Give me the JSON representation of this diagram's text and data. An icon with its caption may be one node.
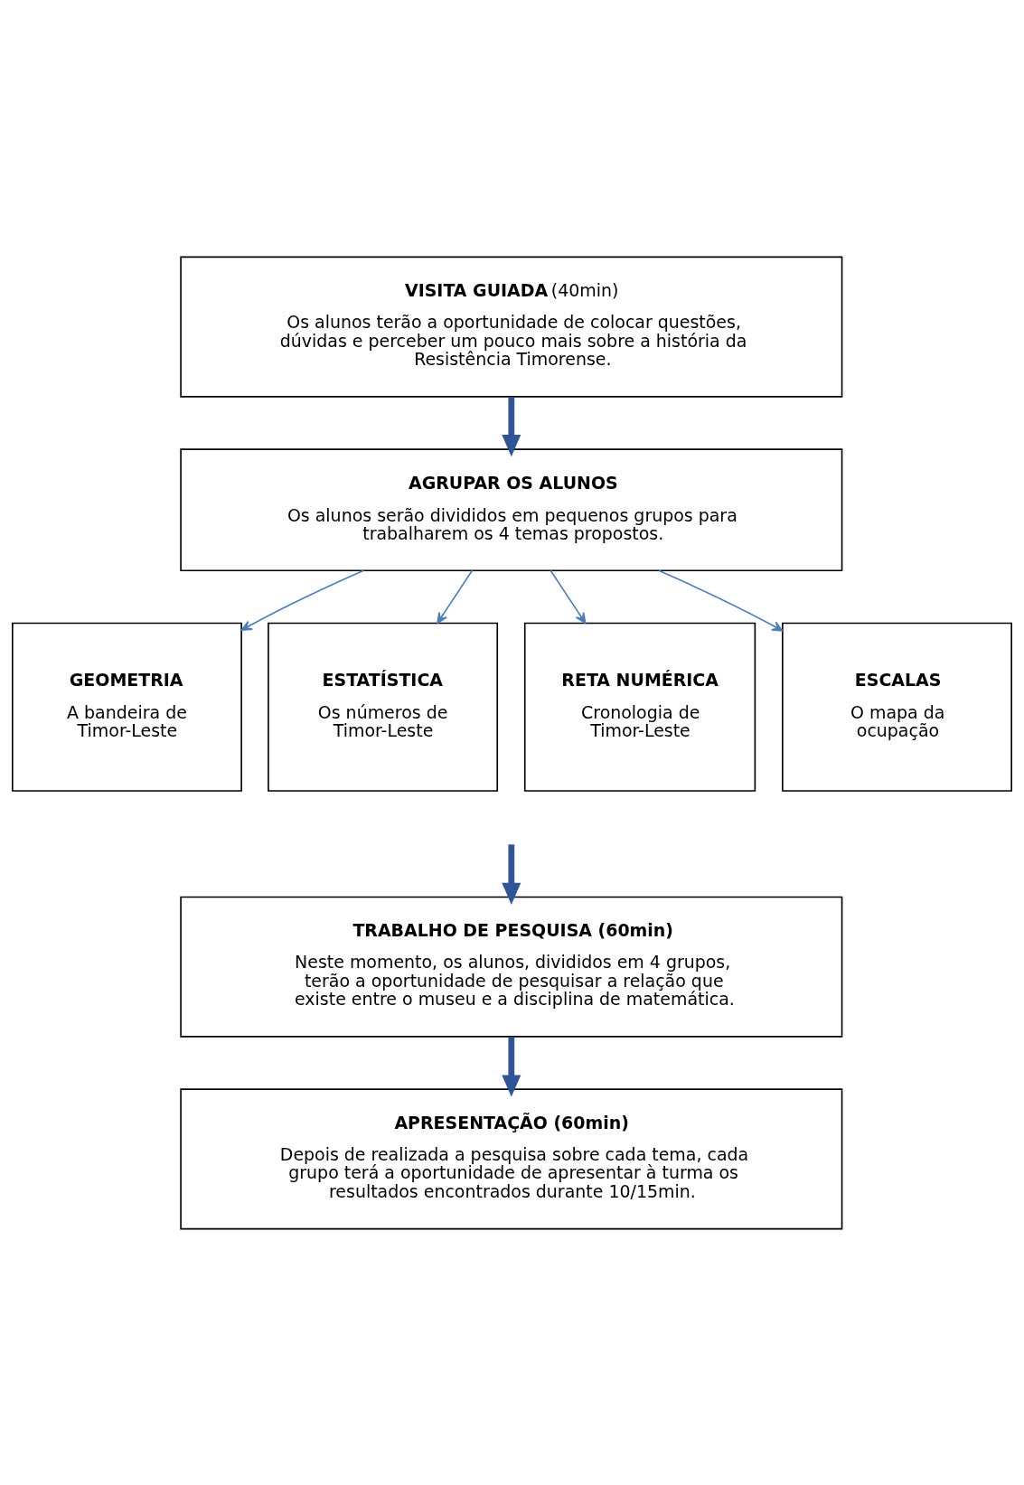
{
  "diagram": {
    "nodes": [
      {
        "text": [
          "**VISITA GUIADA** (40min)",
          "Os alunos terão a oportunidade de colocar questões, dúvidas e perceber um pouco mais sobre a história da Resistência Timorense."
        ]
      },
      {
        "text": [
          "AGRUPAR OS ALUNOS",
          "Os alunos serão divididos em pequenos grupos para trabalharem os 4 temas propostos."
        ]
      },
      {
        "text": [
          "GEOMETRIA",
          "A bandeira de Timor-Leste"
        ]
      },
      {
        "text": [
          "ESTATÍSTICA",
          "Os números de Timor-Leste"
        ]
      },
      {
        "text": [
          "RETA NUMÉRICA",
          "Cronologia de Timor-Leste"
        ]
      },
      {
        "text": [
          "ESCALAS",
          "O mapa da ocupação"
        ]
      },
      {
        "text": [
          "TRABALHO DE PESQUISA (60min)",
          "Neste momento, os alunos, divididos em 4 grupos, terão a oportunidade de pesquisar a relação que existe entre o museu e a disciplina de matemática."
        ]
      },
      {
        "text": [
          "APRESENTAÇÃO (60min)",
          "Depois de realizada a pesquisa sobre cada tema, cada grupo terá a oportunidade de apresentar à turma os resultados encontrados durante 10/15min."
        ]
      }
    ],
    "edges": [
      {
        "from": 0,
        "to": 1,
        "arrow": "to",
        "style": "thick",
        "color": "#2f5597"
      },
      {
        "from": 1,
        "to": 2,
        "arrow": "to"
      },
      {
        "from": 1,
        "to": 3,
        "arrow": "to"
      },
      {
        "from": 1,
        "to": 4,
        "arrow": "to"
      },
      {
        "from": 1,
        "to": 5,
        "arrow": "to"
      },
      {
        "from": null,
        "to": 6,
        "arrow": "to",
        "style": "thick",
        "color": "#2f5597"
      },
      {
        "from": 6,
        "to": 7,
        "arrow": "to",
        "style": "thick",
        "color": "#2f5597"
      }
    ]
  }
}
